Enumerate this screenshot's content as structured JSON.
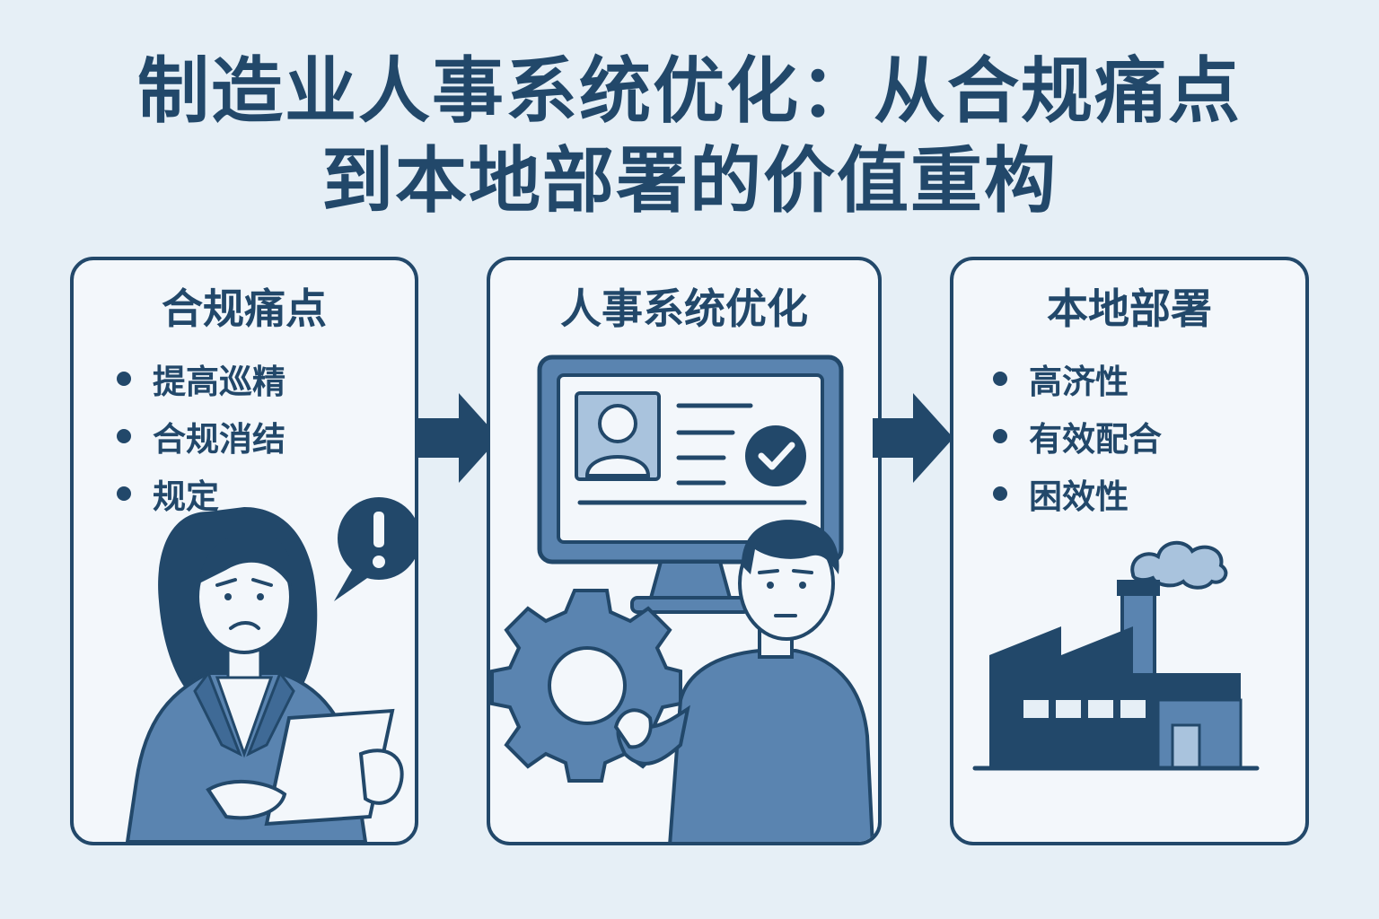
{
  "title": {
    "line1": "制造业人事系统优化：从合规痛点",
    "line2": "到本地部署的价值重构"
  },
  "panels": [
    {
      "title": "合规痛点",
      "bullets": [
        "提高巡精",
        "合规消结",
        "规定"
      ],
      "illustration": "worried-woman-reading-document-with-alert-icon"
    },
    {
      "title": "人事系统优化",
      "illustration": "monitor-with-profile-and-checkmark-gear-and-man"
    },
    {
      "title": "本地部署",
      "bullets": [
        "高济性",
        "有效配合",
        "困效性"
      ],
      "illustration": "factory-with-smoking-chimney"
    }
  ],
  "colors": {
    "background": "#e6eff6",
    "navy": "#22486a",
    "mid_blue": "#5a84b0",
    "light_blue": "#a9c3dd",
    "panel_fill": "#f3f7fb"
  },
  "icons": [
    "arrow-right-icon",
    "alert-icon",
    "user-profile-icon",
    "checkmark-icon",
    "gear-icon",
    "factory-icon"
  ]
}
